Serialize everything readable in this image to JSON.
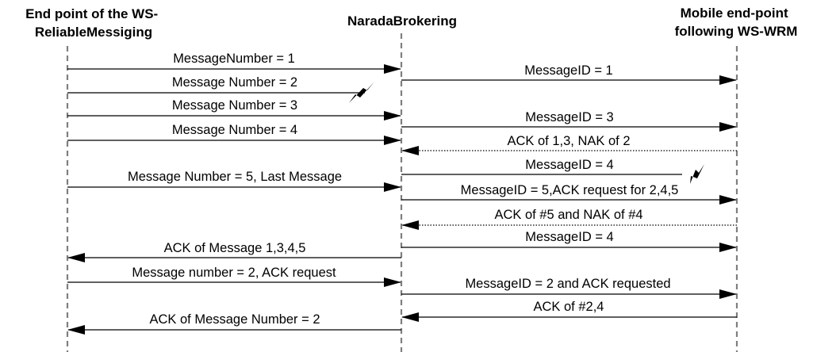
{
  "participants": [
    {
      "id": "p0",
      "label_lines": [
        "End point of the WS-",
        "ReliableMessiging"
      ]
    },
    {
      "id": "p1",
      "label_lines": [
        "NaradaBrokering"
      ]
    },
    {
      "id": "p2",
      "label_lines": [
        "Mobile end-point",
        "following WS-WRM"
      ]
    }
  ],
  "messages": [
    {
      "id": "m1",
      "from": 0,
      "to": 1,
      "style": "solid",
      "label": "MessageNumber = 1"
    },
    {
      "id": "m2",
      "from": 1,
      "to": 2,
      "style": "solid",
      "label": "MessageID = 1"
    },
    {
      "id": "m3",
      "from": 0,
      "to": 1,
      "style": "solid",
      "label": "Message Number  = 2",
      "lost": true
    },
    {
      "id": "m4",
      "from": 0,
      "to": 1,
      "style": "solid",
      "label": "Message Number = 3"
    },
    {
      "id": "m5",
      "from": 1,
      "to": 2,
      "style": "solid",
      "label": "MessageID = 3"
    },
    {
      "id": "m6",
      "from": 0,
      "to": 1,
      "style": "solid",
      "label": "Message Number = 4"
    },
    {
      "id": "m7",
      "from": 2,
      "to": 1,
      "style": "dotted",
      "label": "ACK of 1,3, NAK of 2"
    },
    {
      "id": "m8",
      "from": 1,
      "to": 2,
      "style": "solid",
      "label": "MessageID = 4",
      "lost": true
    },
    {
      "id": "m9",
      "from": 0,
      "to": 1,
      "style": "solid",
      "label": "Message Number = 5, Last Message"
    },
    {
      "id": "m10",
      "from": 1,
      "to": 2,
      "style": "solid",
      "label": "MessageID =  5,ACK request for 2,4,5"
    },
    {
      "id": "m11",
      "from": 2,
      "to": 1,
      "style": "dotted",
      "label": "ACK of #5 and NAK of #4"
    },
    {
      "id": "m12",
      "from": 1,
      "to": 2,
      "style": "solid",
      "label": "MessageID = 4"
    },
    {
      "id": "m13",
      "from": 1,
      "to": 0,
      "style": "solid",
      "label": "ACK of Message 1,3,4,5"
    },
    {
      "id": "m14",
      "from": 0,
      "to": 1,
      "style": "solid",
      "label": "Message number = 2, ACK request"
    },
    {
      "id": "m15",
      "from": 1,
      "to": 2,
      "style": "solid",
      "label": "MessageID = 2 and ACK requested"
    },
    {
      "id": "m16",
      "from": 2,
      "to": 1,
      "style": "solid",
      "label": "ACK of #2,4"
    },
    {
      "id": "m17",
      "from": 1,
      "to": 0,
      "style": "solid",
      "label": "ACK of Message Number = 2"
    }
  ]
}
